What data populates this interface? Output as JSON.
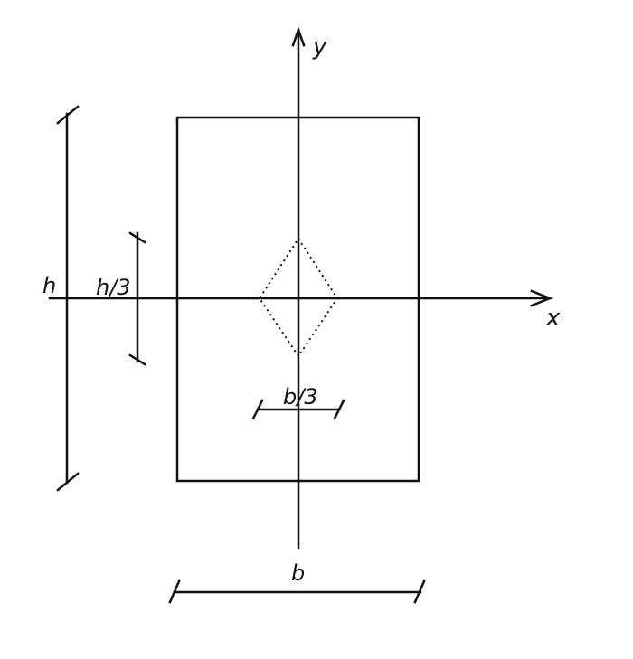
{
  "diagram": {
    "labels": {
      "x_axis": "x",
      "y_axis": "y",
      "height": "h",
      "height_third": "h/3",
      "width": "b",
      "width_third": "b/3"
    }
  }
}
